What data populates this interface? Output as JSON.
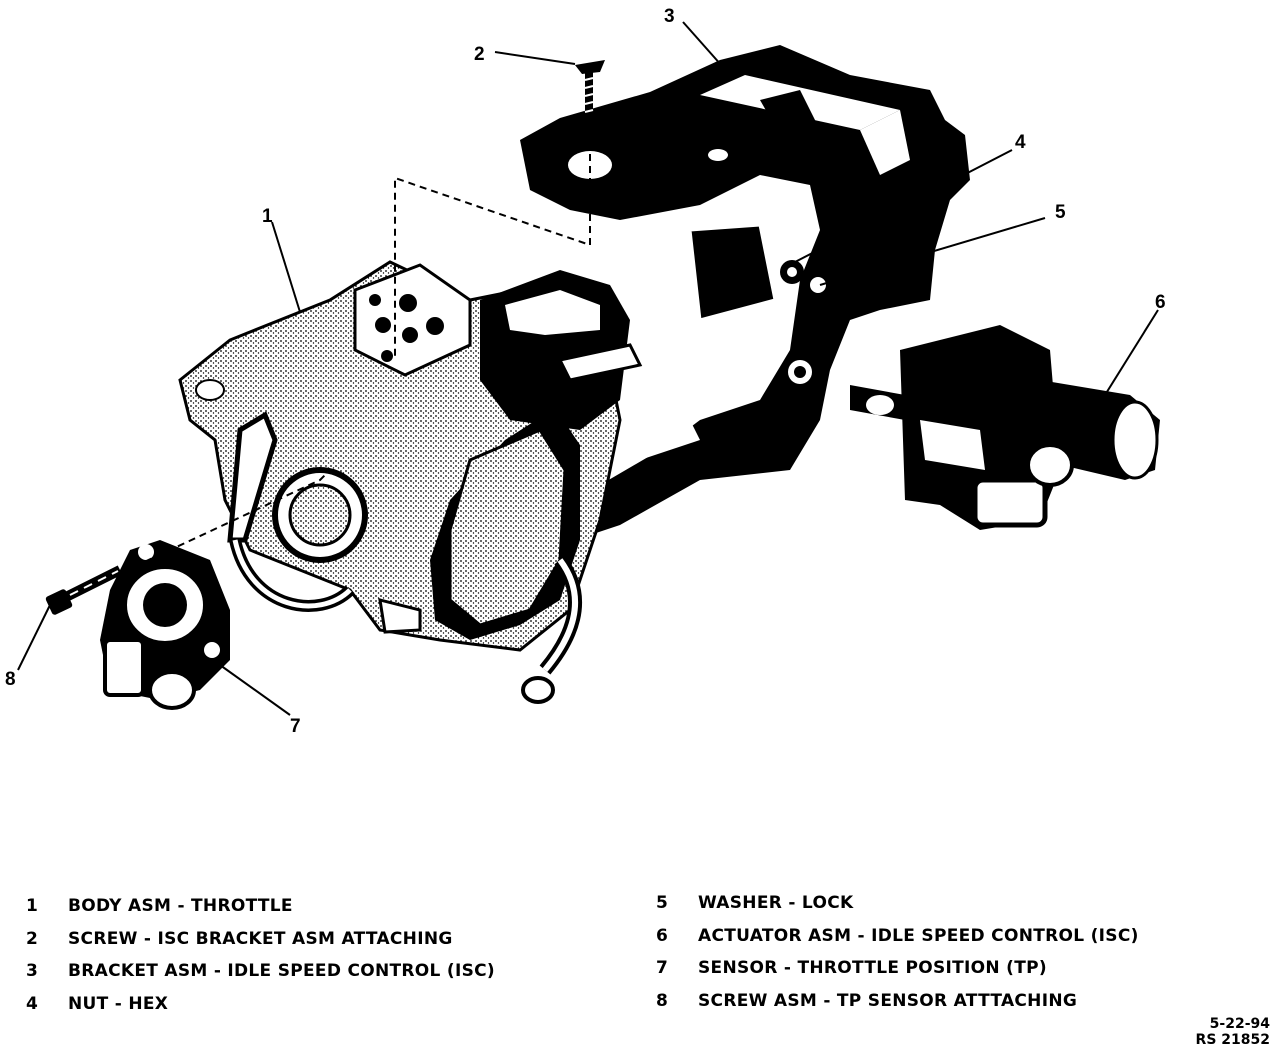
{
  "callouts": {
    "c1": "1",
    "c2": "2",
    "c3": "3",
    "c4": "4",
    "c5": "5",
    "c6": "6",
    "c7": "7",
    "c8": "8"
  },
  "legend": [
    {
      "num": "1",
      "text": "BODY ASM - THROTTLE"
    },
    {
      "num": "2",
      "text": "SCREW - ISC BRACKET ASM ATTACHING"
    },
    {
      "num": "3",
      "text": "BRACKET ASM - IDLE SPEED CONTROL (ISC)"
    },
    {
      "num": "4",
      "text": "NUT - HEX"
    },
    {
      "num": "5",
      "text": "WASHER - LOCK"
    },
    {
      "num": "6",
      "text": "ACTUATOR ASM - IDLE SPEED CONTROL (ISC)"
    },
    {
      "num": "7",
      "text": "SENSOR - THROTTLE POSITION (TP)"
    },
    {
      "num": "8",
      "text": "SCREW ASM - TP SENSOR ATTTACHING"
    }
  ],
  "footer": {
    "date": "5-22-94",
    "ref": "RS 21852"
  },
  "colors": {
    "ink": "#000000",
    "paper": "#ffffff",
    "stipple": "#8a8a8a"
  }
}
